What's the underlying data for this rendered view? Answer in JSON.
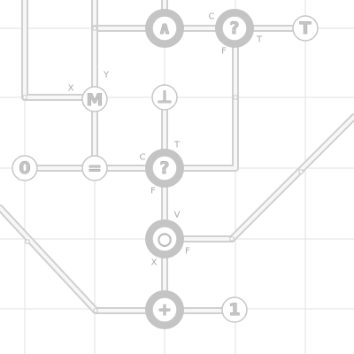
{
  "nodes": {
    "and": {
      "symbol": "∧"
    },
    "query_top": {
      "symbol": "?",
      "ports": {
        "c": "C",
        "t": "T",
        "f": "F"
      }
    },
    "terminal_t": {
      "symbol": "T"
    },
    "merge": {
      "symbol": "M",
      "ports": {
        "x": "X",
        "y": "Y"
      }
    },
    "bottom": {
      "symbol": "⊥"
    },
    "zero": {
      "symbol": "0"
    },
    "equals": {
      "symbol": "="
    },
    "query_mid": {
      "symbol": "?",
      "ports": {
        "c": "C",
        "t": "T",
        "f": "F"
      }
    },
    "fold": {
      "symbol": "○",
      "ports": {
        "v": "V",
        "x": "X",
        "f": "F"
      }
    },
    "plus": {
      "symbol": "+"
    },
    "one": {
      "symbol": "1"
    }
  }
}
